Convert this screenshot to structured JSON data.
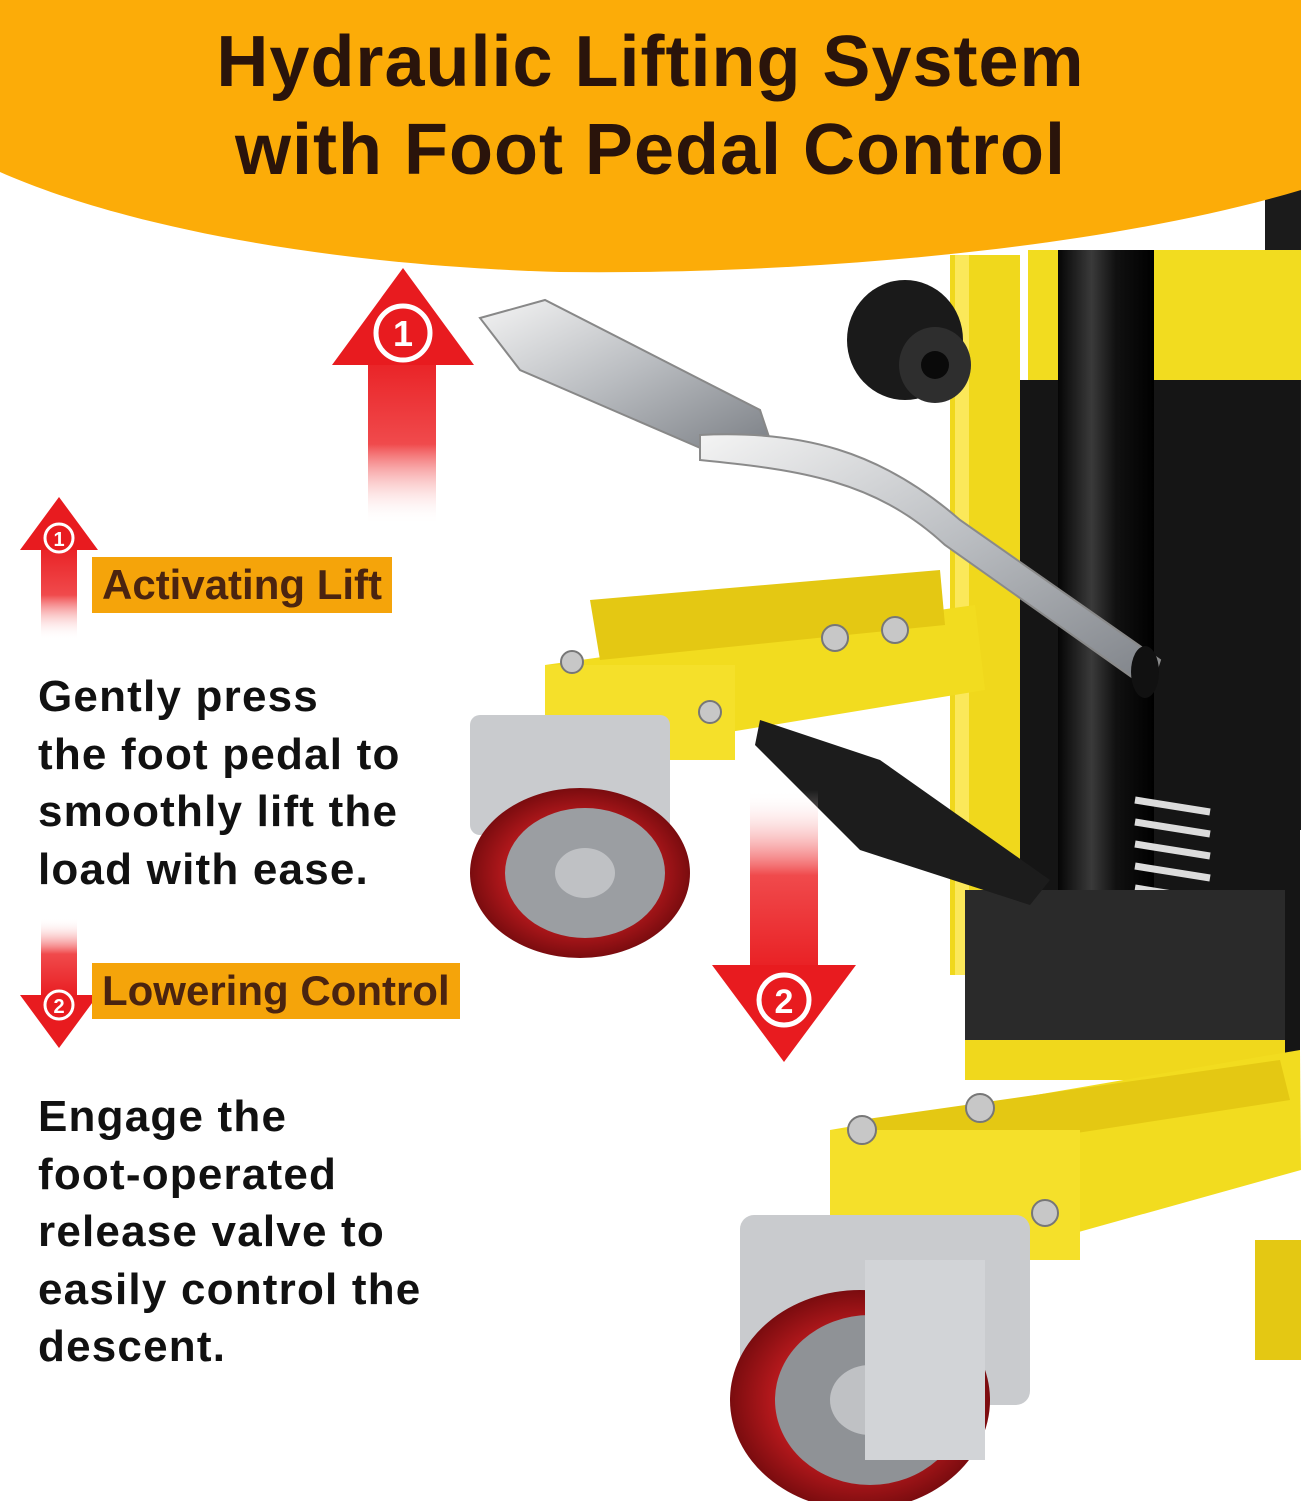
{
  "title": {
    "line1": "Hydraulic Lifting System",
    "line2": "with Foot Pedal Control"
  },
  "steps": [
    {
      "number": "1",
      "label": "Activating Lift",
      "lines": [
        "Gently press",
        "the foot pedal to",
        "smoothly lift the",
        "load with ease."
      ]
    },
    {
      "number": "2",
      "label": "Lowering Control",
      "lines": [
        "Engage the",
        "foot-operated",
        "release valve to",
        "easily control the",
        "descent."
      ]
    }
  ],
  "colors": {
    "banner": "#fcac08",
    "label_bg": "#f5a40a",
    "arrow_red": "#e81b1f",
    "machine_yellow": "#f2dc1f"
  }
}
